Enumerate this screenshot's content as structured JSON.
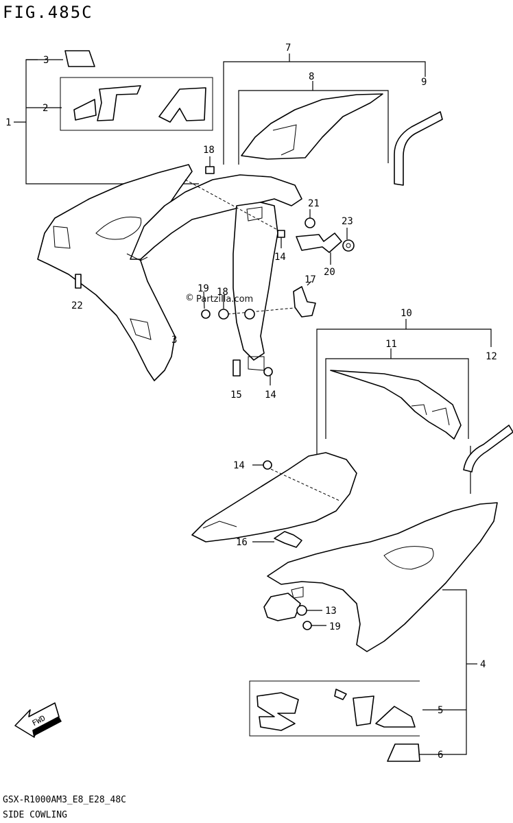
{
  "header": {
    "figure_title": "FIG.485C"
  },
  "watermark": {
    "text": "Partzilla.com",
    "symbol": "©"
  },
  "callouts": {
    "c1": "1",
    "c2": "2",
    "c3a": "3",
    "c3b": "3",
    "c4": "4",
    "c5": "5",
    "c6": "6",
    "c7": "7",
    "c8": "8",
    "c9": "9",
    "c10": "10",
    "c11": "11",
    "c12": "12",
    "c13": "13",
    "c14a": "14",
    "c14b": "14",
    "c14c": "14",
    "c15": "15",
    "c16": "16",
    "c17": "17",
    "c18a": "18",
    "c18b": "18",
    "c19a": "19",
    "c19b": "19",
    "c20": "20",
    "c21": "21",
    "c22": "22",
    "c23": "23"
  },
  "fwd_arrow": {
    "label": "FWD"
  },
  "footer": {
    "code": "GSX-R1000AM3_E8_E28_48C",
    "caption": "SIDE COWLING"
  }
}
